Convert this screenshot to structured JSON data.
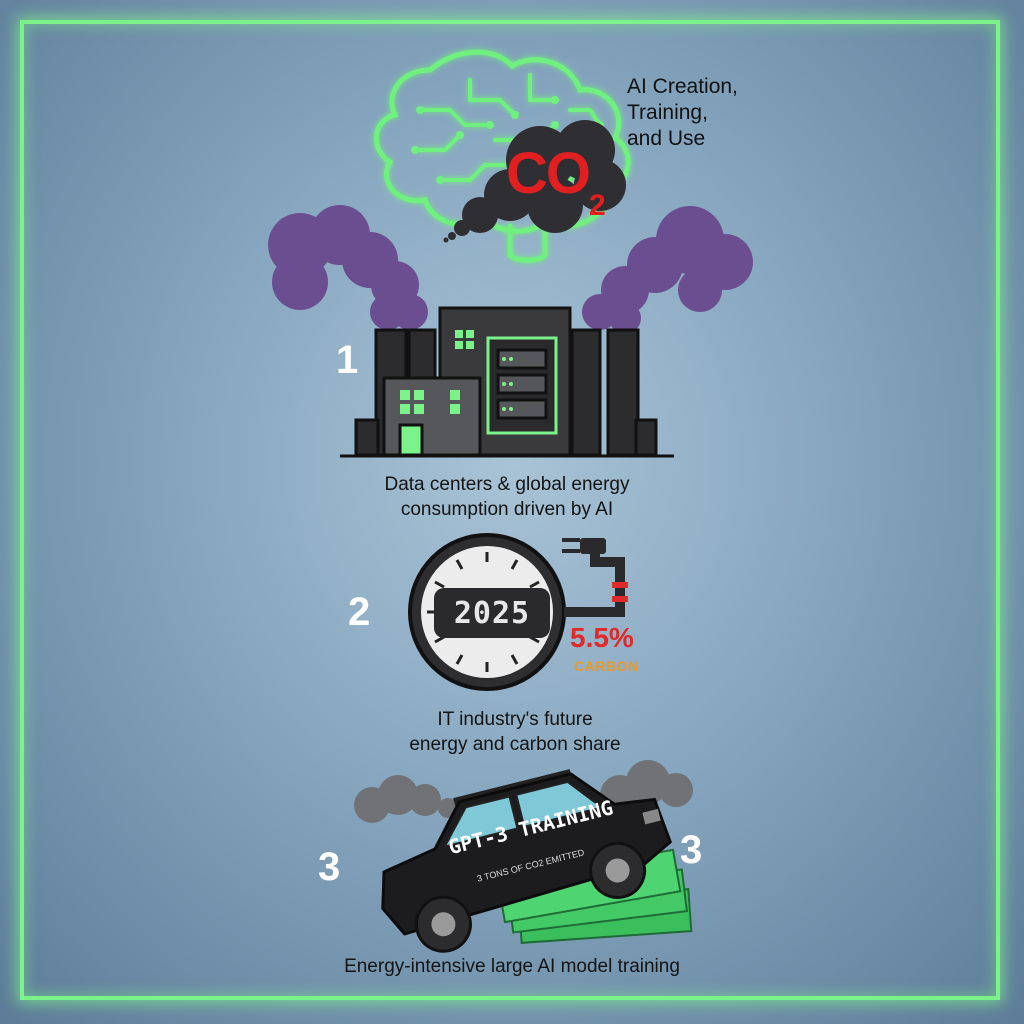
{
  "title_lines": [
    "AI Creation,",
    "Training,",
    "and Use"
  ],
  "co2": {
    "main": "CO",
    "sub": "2"
  },
  "steps": [
    {
      "number": "1",
      "caption_lines": [
        "Data centers & global energy",
        "consumption driven by AI"
      ]
    },
    {
      "number": "2",
      "caption_lines": [
        "IT industry's future",
        "energy and carbon share"
      ],
      "clock_year": "2025",
      "percent": "5.5%",
      "percent_label": "CARBON"
    },
    {
      "number": "3",
      "number_right": "3",
      "caption_lines": [
        "Energy-intensive large AI model training"
      ],
      "car_label": "GPT-3 TRAINING",
      "car_sublabel": "3 TONS OF CO2 EMITTED"
    }
  ],
  "colors": {
    "frame": "#7cf28a",
    "accent_red": "#e02020",
    "carbon_orange": "#e89a2a",
    "smoke_purple": "#6b4e8f",
    "money_green": "#3bbf5c"
  },
  "icons": [
    "brain-circuit-icon",
    "co2-cloud-icon",
    "factory-icon",
    "clock-icon",
    "plug-icon",
    "car-icon",
    "money-icon"
  ]
}
